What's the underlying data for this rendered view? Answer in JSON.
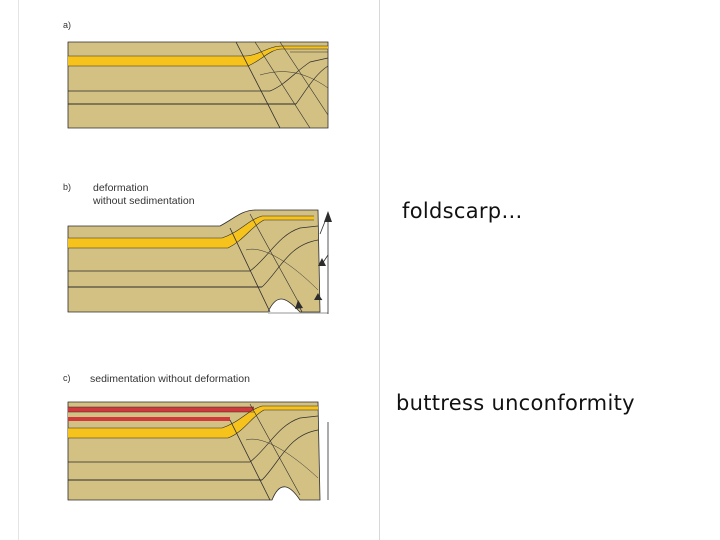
{
  "figure": {
    "panel_a": {
      "label": "a)"
    },
    "panel_b": {
      "label": "b)",
      "caption_line1": "deformation",
      "caption_line2": "without sedimentation"
    },
    "panel_c": {
      "label": "c)",
      "caption": "sedimentation without deformation"
    },
    "colors": {
      "tan": "#d3c083",
      "yellow": "#f6c21c",
      "red": "#d13a3d",
      "line": "#2d2d2d"
    }
  },
  "annotations": {
    "note_b": "foldscarp…",
    "note_c": "buttress unconformity"
  }
}
